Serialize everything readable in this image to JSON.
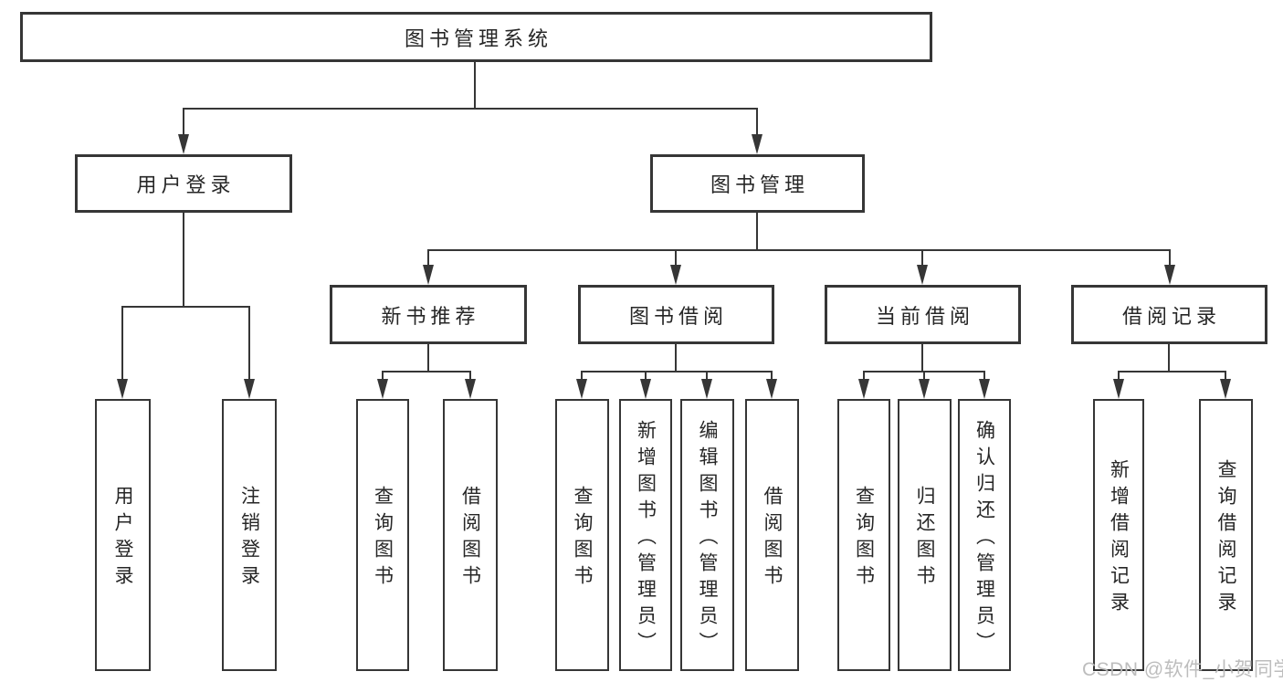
{
  "diagram_title": "图书管理系统",
  "level1": {
    "login": "用户登录",
    "management": "图书管理"
  },
  "level2": {
    "recommend": "新书推荐",
    "borrow": "图书借阅",
    "current": "当前借阅",
    "records": "借阅记录"
  },
  "leaves": {
    "login": [
      "用户登录",
      "注销登录"
    ],
    "recommend": [
      "查询图书",
      "借阅图书"
    ],
    "borrow": [
      "查询图书",
      "新增图书（管理员）",
      "编辑图书（管理员）",
      "借阅图书"
    ],
    "current": [
      "查询图书",
      "归还图书",
      "确认归还（管理员）"
    ],
    "records": [
      "新增借阅记录",
      "查询借阅记录"
    ]
  },
  "watermark": "CSDN @软件_小贺同学",
  "colors": {
    "line": "#363636",
    "box_border": "#363636",
    "text": "#262626",
    "watermark": "#b9b9b9",
    "background": "#ffffff"
  }
}
